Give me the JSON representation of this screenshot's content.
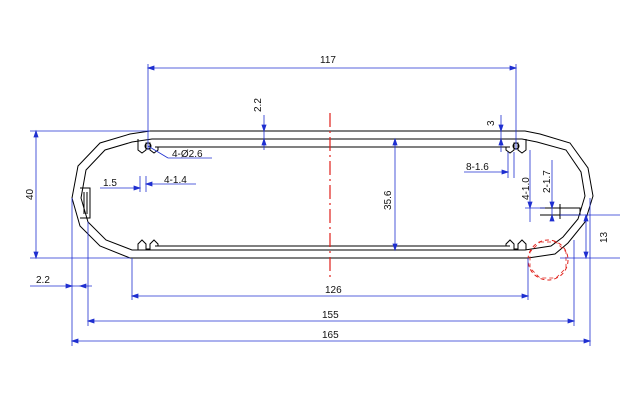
{
  "colors": {
    "outline": "#000000",
    "dimension": "#1f2fd0",
    "centerline": "#e0201a",
    "text": "#111111"
  },
  "dimensions": {
    "top_width": "117",
    "top_wall": "2.2",
    "hole": "4-Ø2.6",
    "slot_right": "3",
    "slot_width": "8-1.6",
    "height": "40",
    "inner_height": "35.6",
    "slot_w1": "1.5",
    "slot_w2": "4-1.4",
    "rib_depth": "4-1.0",
    "rib_gap": "2-1.7",
    "side_height": "13",
    "side_wall": "2.2",
    "width_126": "126",
    "width_155": "155",
    "width_165": "165"
  }
}
